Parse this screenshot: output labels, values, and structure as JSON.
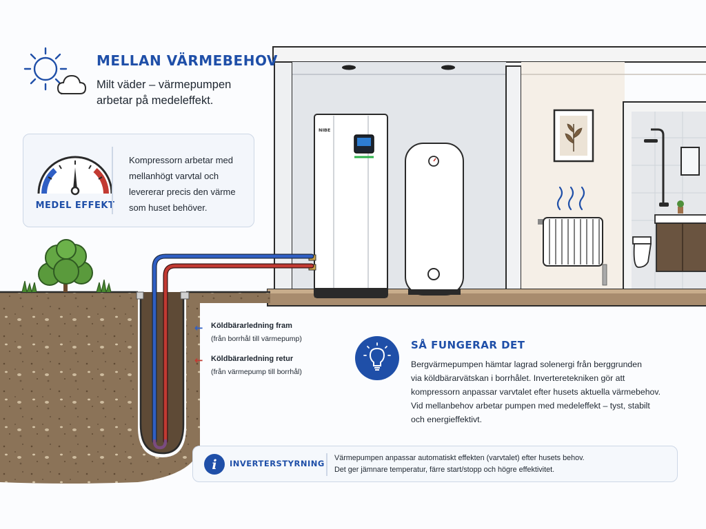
{
  "header": {
    "title": "MELLAN VÄRMEBEHOV",
    "subtitle_line1": "Milt väder – värmepumpen",
    "subtitle_line2": "arbetar på medeleffekt."
  },
  "gauge_card": {
    "label": "MEDEL EFFEKT",
    "text_lines": [
      "Kompressorn arbetar med",
      "mellanhögt varvtal och",
      "levererar precis den värme",
      "som huset behöver."
    ]
  },
  "pump": {
    "brand": "NIBE"
  },
  "legend": {
    "flow_title": "Köldbärarledning fram",
    "flow_sub": "(från borrhål till värmepump)",
    "return_title": "Köldbärarledning retur",
    "return_sub": "(från värmepump till borrhål)"
  },
  "how": {
    "title": "SÅ FUNGERAR DET",
    "lines": [
      "Bergvärmepumpen hämtar lagrad solenergi från berggrunden",
      "via köldbärarvätskan i borrhålet. Inverteretekniken gör att",
      "kompressorn anpassar varvtalet efter husets aktuella värmebehov.",
      "Vid mellanbehov arbetar pumpen med medeleffekt – tyst, stabilt",
      "och energieffektivt."
    ]
  },
  "info": {
    "title": "INVERTERSTYRNING",
    "line1": "Värmepumpen anpassar automatiskt effekten (varvtalet) efter husets behov.",
    "line2": "Det ger jämnare temperatur, färre start/stopp och högre effektivitet."
  },
  "colors": {
    "accent_blue": "#1f4fa8",
    "pipe_blue": "#2f5fc4",
    "pipe_red": "#c23a32",
    "soil": "#8b7358"
  }
}
